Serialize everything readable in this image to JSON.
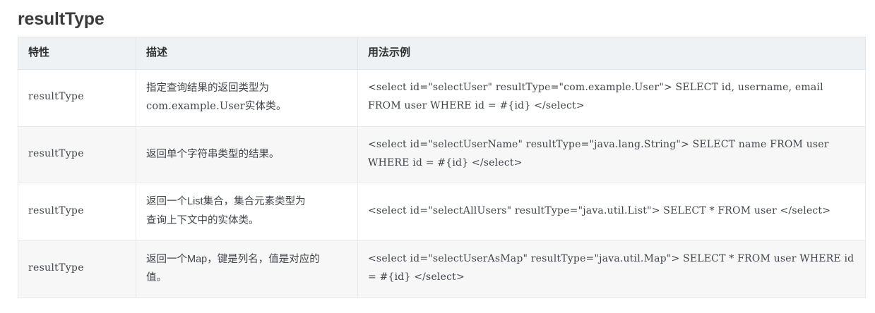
{
  "page": {
    "title": "resultType"
  },
  "table": {
    "headers": [
      "特性",
      "描述",
      "用法示例"
    ],
    "rows": [
      {
        "feature": "resultType",
        "description_line1": "指定查询结果的返回类型为",
        "description_line2": "com.example.User实体类。",
        "usage": "<select id=\"selectUser\" resultType=\"com.example.User\"> SELECT id, username, email FROM user WHERE id = #{id} </select>"
      },
      {
        "feature": "resultType",
        "description_line1": "返回单个字符串类型的结果。",
        "description_line2": "",
        "usage": "<select id=\"selectUserName\" resultType=\"java.lang.String\"> SELECT name FROM user WHERE id = #{id} </select>"
      },
      {
        "feature": "resultType",
        "description_line1": "返回一个List集合，集合元素类型为",
        "description_line2": "查询上下文中的实体类。",
        "usage": "<select id=\"selectAllUsers\" resultType=\"java.util.List\"> SELECT * FROM user </select>"
      },
      {
        "feature": "resultType",
        "description_line1": "返回一个Map，键是列名，值是对应的",
        "description_line2": "值。",
        "usage": "<select id=\"selectUserAsMap\" resultType=\"java.util.Map\"> SELECT * FROM user WHERE id = #{id} </select>"
      }
    ]
  },
  "colors": {
    "header_bg": "#eef2f5",
    "row_odd_bg": "#ffffff",
    "row_even_bg": "#f7f7f8",
    "border": "#e8eaec",
    "title_text": "#3b3b3b",
    "body_text": "#40444a"
  }
}
